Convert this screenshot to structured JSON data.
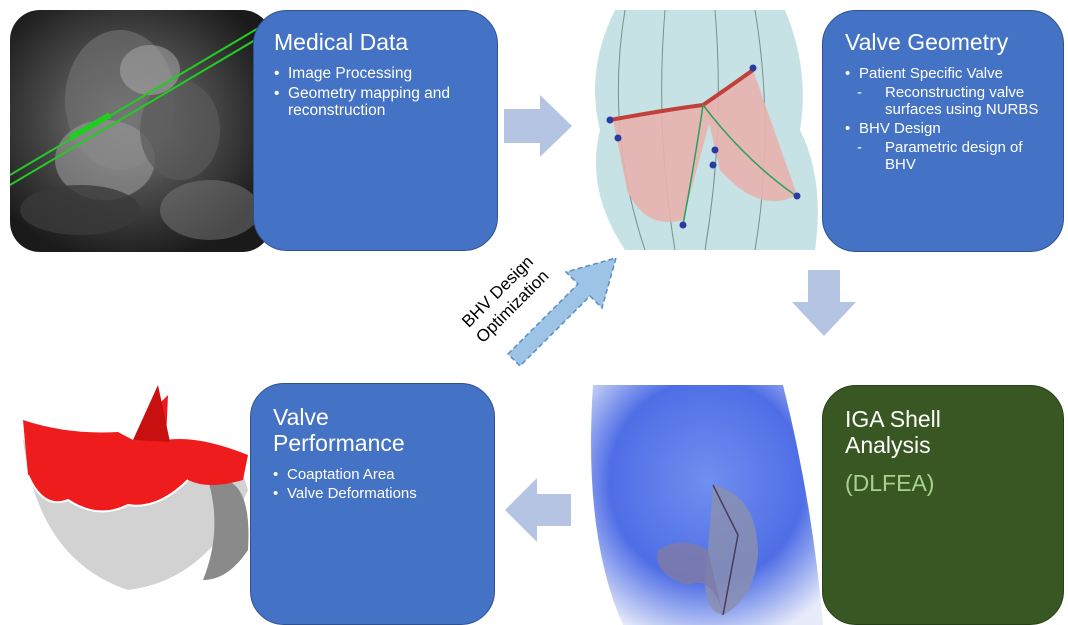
{
  "medical_data": {
    "title": "Medical Data",
    "bullets": [
      "Image Processing",
      "Geometry mapping and reconstruction"
    ]
  },
  "valve_geometry": {
    "title": "Valve Geometry",
    "items": [
      {
        "text": "Patient Specific Valve",
        "level": 1
      },
      {
        "text": "Reconstructing valve surfaces using NURBS",
        "level": 2
      },
      {
        "text": "BHV Design",
        "level": 1
      },
      {
        "text": "Parametric design of BHV",
        "level": 2
      }
    ]
  },
  "iga_shell": {
    "title": "IGA Shell Analysis",
    "subtitle": "(DLFEA)"
  },
  "valve_performance": {
    "title": "Valve Performance",
    "bullets": [
      "Coaptation Area",
      "Valve Deformations"
    ]
  },
  "optimization_label": "BHV Design Optimization",
  "colors": {
    "box_blue": "#4472c4",
    "box_green": "#385723",
    "arrow": "#b4c4e2",
    "dashed_arrow": "#9dc3e6",
    "dlfea_text": "#a9d18e"
  }
}
